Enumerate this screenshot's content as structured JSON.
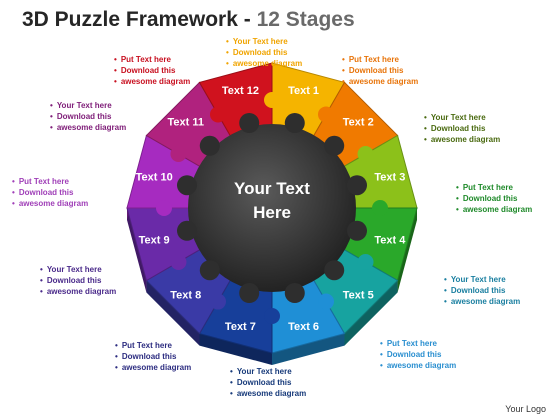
{
  "title": {
    "main": "3D Puzzle Framework",
    "separator": "-",
    "subtitle": "12 Stages"
  },
  "center": {
    "line1": "Your Text",
    "line2": "Here"
  },
  "segments": [
    {
      "label": "Text 1",
      "color": "#f5b400"
    },
    {
      "label": "Text 2",
      "color": "#f07a00"
    },
    {
      "label": "Text 3",
      "color": "#8cc11a"
    },
    {
      "label": "Text 4",
      "color": "#2aa82a"
    },
    {
      "label": "Text 5",
      "color": "#17a3a0"
    },
    {
      "label": "Text 6",
      "color": "#1f8fd6"
    },
    {
      "label": "Text 7",
      "color": "#173f9a"
    },
    {
      "label": "Text 8",
      "color": "#3a3aa6"
    },
    {
      "label": "Text 9",
      "color": "#6a2aa8"
    },
    {
      "label": "Text 10",
      "color": "#a62bc0"
    },
    {
      "label": "Text 11",
      "color": "#b0227e"
    },
    {
      "label": "Text 12",
      "color": "#d0121e"
    }
  ],
  "callouts": [
    {
      "lines": [
        "Your Text  here",
        "Download this",
        "awesome diagram"
      ],
      "color": "#f0a400"
    },
    {
      "lines": [
        "Put Text  here",
        "Download this",
        "awesome diagram"
      ],
      "color": "#e8740a"
    },
    {
      "lines": [
        "Your Text here",
        "Download this",
        "awesome diagram"
      ],
      "color": "#4a6a10"
    },
    {
      "lines": [
        "Put Text here",
        "Download this",
        "awesome diagram"
      ],
      "color": "#1f8a2a"
    },
    {
      "lines": [
        "Your Text  here",
        "Download this",
        "awesome diagram"
      ],
      "color": "#1a7fa0"
    },
    {
      "lines": [
        "Put Text  here",
        "Download this",
        "awesome diagram"
      ],
      "color": "#2a8fd0"
    },
    {
      "lines": [
        "Your Text  here",
        "Download this",
        "awesome diagram"
      ],
      "color": "#173a7a"
    },
    {
      "lines": [
        "Put Text  here",
        "Download this",
        "awesome diagram"
      ],
      "color": "#2c2c80"
    },
    {
      "lines": [
        "Your Text  here",
        "Download this",
        "awesome diagram"
      ],
      "color": "#4a2a8a"
    },
    {
      "lines": [
        "Put Text  here",
        "Download this",
        "awesome diagram"
      ],
      "color": "#a040b8"
    },
    {
      "lines": [
        "Your Text  here",
        "Download this",
        "awesome diagram"
      ],
      "color": "#80207a"
    },
    {
      "lines": [
        "Put Text  here",
        "Download this",
        "awesome diagram"
      ],
      "color": "#c81020"
    }
  ],
  "footer": {
    "logo": "Your Logo"
  }
}
